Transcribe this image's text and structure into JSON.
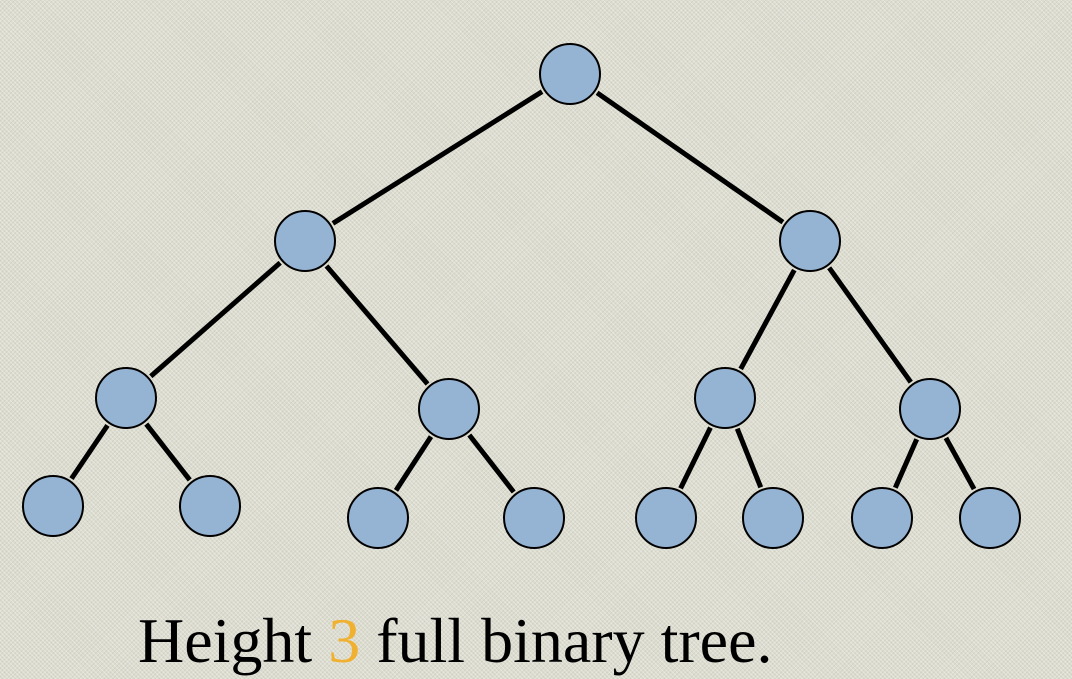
{
  "tree": {
    "node_fill": "#95b3d3",
    "node_stroke": "#000000",
    "edge_color": "#000000",
    "nodes": [
      {
        "id": "root"
      },
      {
        "id": "l1-a"
      },
      {
        "id": "l1-b"
      },
      {
        "id": "l2-a"
      },
      {
        "id": "l2-b"
      },
      {
        "id": "l2-c"
      },
      {
        "id": "l2-d"
      },
      {
        "id": "l3-a"
      },
      {
        "id": "l3-b"
      },
      {
        "id": "l3-c"
      },
      {
        "id": "l3-d"
      },
      {
        "id": "l3-e"
      },
      {
        "id": "l3-f"
      },
      {
        "id": "l3-g"
      },
      {
        "id": "l3-h"
      }
    ],
    "edges": [
      [
        "root",
        "l1-a"
      ],
      [
        "root",
        "l1-b"
      ],
      [
        "l1-a",
        "l2-a"
      ],
      [
        "l1-a",
        "l2-b"
      ],
      [
        "l1-b",
        "l2-c"
      ],
      [
        "l1-b",
        "l2-d"
      ],
      [
        "l2-a",
        "l3-a"
      ],
      [
        "l2-a",
        "l3-b"
      ],
      [
        "l2-b",
        "l3-c"
      ],
      [
        "l2-b",
        "l3-d"
      ],
      [
        "l2-c",
        "l3-e"
      ],
      [
        "l2-c",
        "l3-f"
      ],
      [
        "l2-d",
        "l3-g"
      ],
      [
        "l2-d",
        "l3-h"
      ]
    ]
  },
  "caption": {
    "prefix": "Height",
    "number": "3",
    "suffix": "full binary tree.",
    "number_color": "#f0b030"
  }
}
